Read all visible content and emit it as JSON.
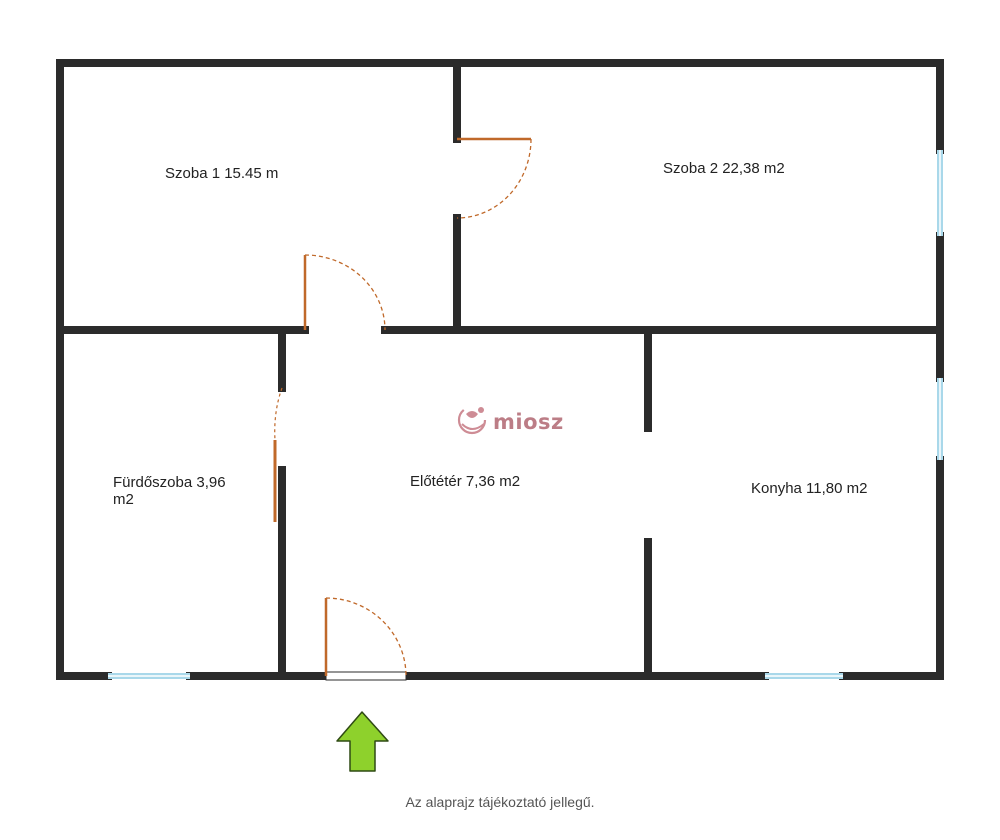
{
  "rooms": {
    "room1": "Szoba 1 15.45 m",
    "room2": "Szoba 2 22,38 m2",
    "bathroom_line1": "Fürdőszoba 3,96",
    "bathroom_line2": "m2",
    "hall": "Előtétér 7,36 m2",
    "kitchen": "Konyha 11,80 m2"
  },
  "logo": {
    "text": "miosz",
    "color": "#b5707a"
  },
  "note": "Az alaprajz tájékoztató jellegű.",
  "colors": {
    "wall": "#2b2b2b",
    "door": "#c0692a",
    "window": "#a9d8ea",
    "arrow_fill": "#8ed12c",
    "arrow_stroke": "#2f4a14"
  },
  "icons": {
    "entrance": "arrow-up-icon"
  }
}
